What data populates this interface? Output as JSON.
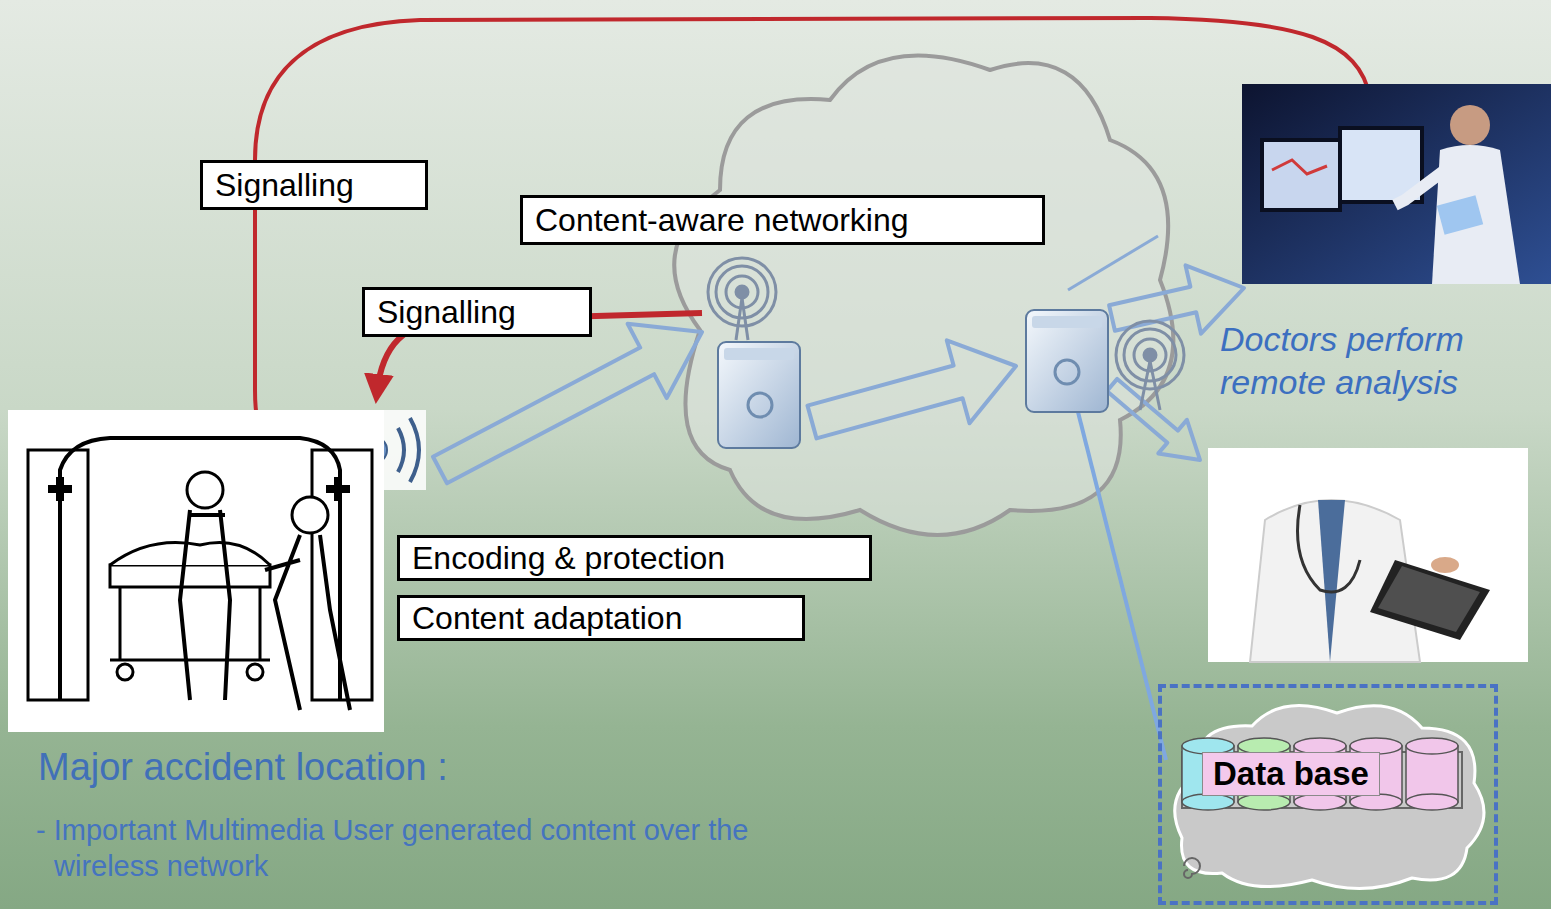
{
  "diagram": {
    "nodes": [
      {
        "text": [
          "Signalling"
        ]
      },
      {
        "text": [
          "Content-aware networking"
        ]
      },
      {
        "text": [
          "Signalling"
        ]
      },
      {
        "text": [
          "Encoding & protection"
        ]
      },
      {
        "text": [
          "Content adaptation"
        ]
      },
      {
        "text": [
          "Data base"
        ]
      }
    ],
    "labels": [
      "Doctors perform remote analysis",
      "Major accident location :",
      "- Important Multimedia User generated content over the wireless network"
    ]
  }
}
